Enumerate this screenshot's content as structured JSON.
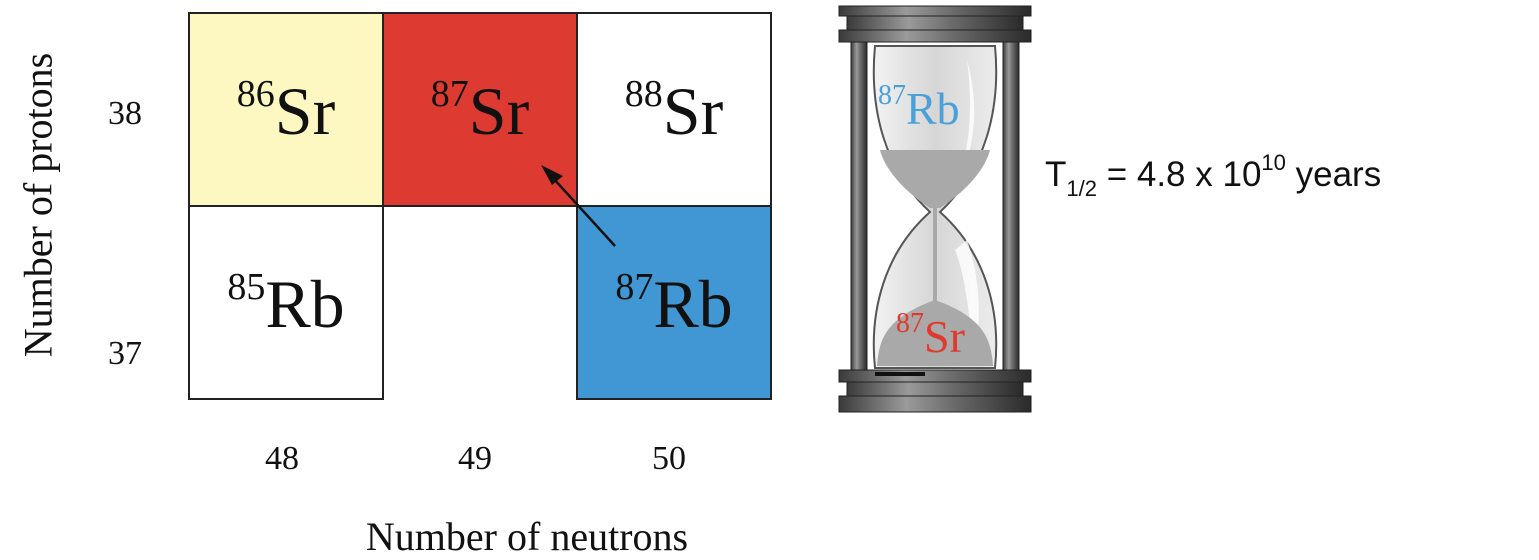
{
  "axes": {
    "y_label": "Number of protons",
    "x_label": "Number of neutrons",
    "y_ticks": [
      "38",
      "37"
    ],
    "x_ticks": [
      "48",
      "49",
      "50"
    ]
  },
  "grid": {
    "cells": [
      {
        "mass": "86",
        "symbol": "Sr",
        "protons": 38,
        "neutrons": 48,
        "color": "#fdf8c2"
      },
      {
        "mass": "87",
        "symbol": "Sr",
        "protons": 38,
        "neutrons": 49,
        "color": "#dd3a31"
      },
      {
        "mass": "88",
        "symbol": "Sr",
        "protons": 38,
        "neutrons": 50,
        "color": "#ffffff"
      },
      {
        "mass": "85",
        "symbol": "Rb",
        "protons": 37,
        "neutrons": 48,
        "color": "#ffffff"
      },
      {
        "mass": "87",
        "symbol": "Rb",
        "protons": 37,
        "neutrons": 50,
        "color": "#4197d3"
      }
    ],
    "decay_arrow": {
      "from": "87Rb",
      "to": "87Sr"
    }
  },
  "hourglass": {
    "top": {
      "mass": "87",
      "symbol": "Rb",
      "color": "#4aa0d8"
    },
    "bottom": {
      "mass": "87",
      "symbol": "Sr",
      "color": "#e0392d"
    }
  },
  "half_life": {
    "symbol": "T",
    "subscript": "1/2",
    "equals": " = 4.8 x 10",
    "exponent": "10",
    "unit": " years"
  }
}
